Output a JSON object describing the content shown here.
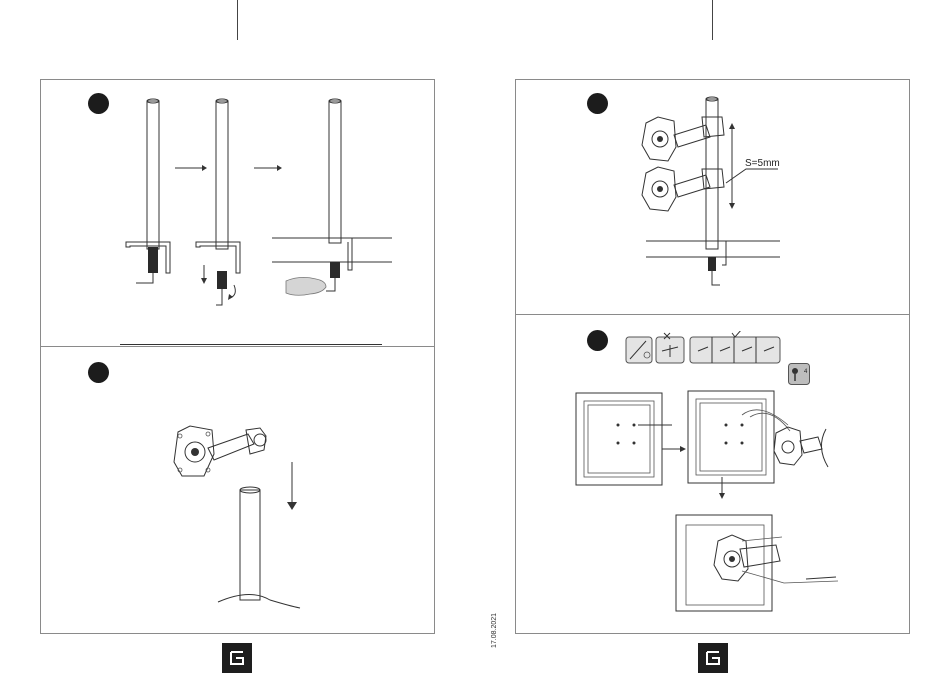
{
  "document": {
    "left_page": {
      "steps": [
        {
          "name": "step-clamp-assembly"
        },
        {
          "name": "step-mount-arm-on-pole"
        }
      ]
    },
    "right_page": {
      "steps": [
        {
          "name": "step-spacing-adjust",
          "spacing_label": "S=5mm"
        },
        {
          "name": "step-vesa-attach",
          "tool_hint": "4"
        }
      ]
    },
    "date_stamp": "17.08.2021",
    "brand_logo": "brand-logo-icon"
  }
}
